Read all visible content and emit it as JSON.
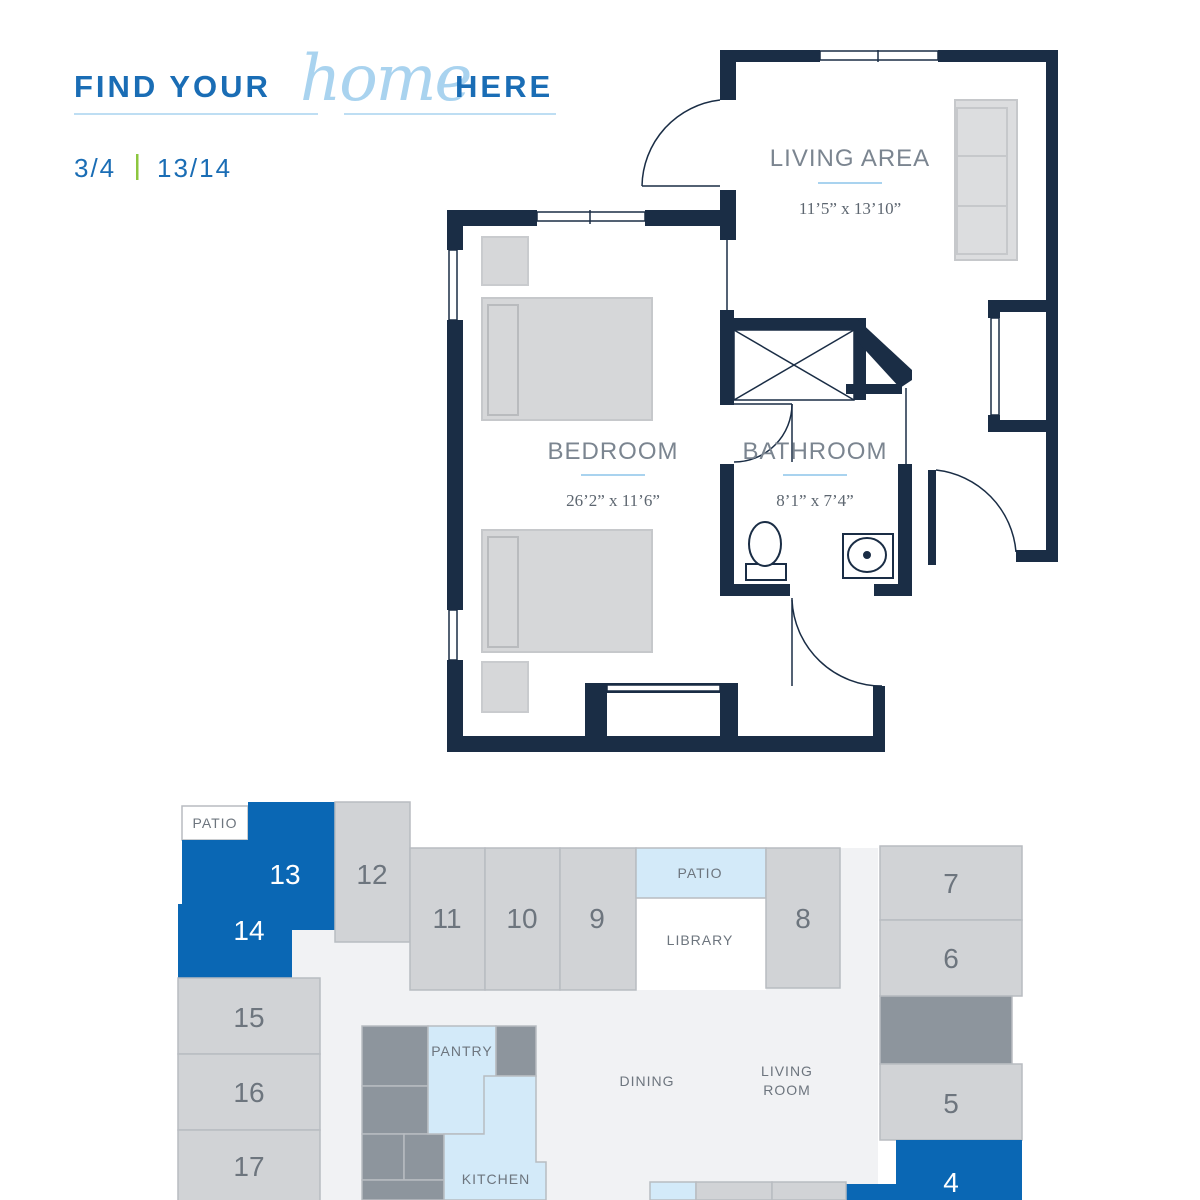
{
  "header": {
    "title_left": "FIND YOUR",
    "title_script": "home",
    "title_right": "HERE",
    "unit_type": "3/4",
    "unit_numbers": "13/14"
  },
  "floorplan": {
    "rooms": [
      {
        "name": "LIVING AREA",
        "dimensions": "11’5” x 13’10”"
      },
      {
        "name": "BEDROOM",
        "dimensions": "26’2” x 11’6”"
      },
      {
        "name": "BATHROOM",
        "dimensions": "8’1” x 7’4”"
      }
    ]
  },
  "siteplan": {
    "labels": {
      "patio_top_left": "PATIO",
      "patio_center": "PATIO",
      "library": "LIBRARY",
      "pantry": "PANTRY",
      "dining": "DINING",
      "living_room_line1": "LIVING",
      "living_room_line2": "ROOM",
      "kitchen": "KITCHEN"
    },
    "units": [
      {
        "number": "13",
        "highlighted": true
      },
      {
        "number": "14",
        "highlighted": true
      },
      {
        "number": "12",
        "highlighted": false
      },
      {
        "number": "11",
        "highlighted": false
      },
      {
        "number": "10",
        "highlighted": false
      },
      {
        "number": "9",
        "highlighted": false
      },
      {
        "number": "8",
        "highlighted": false
      },
      {
        "number": "7",
        "highlighted": false
      },
      {
        "number": "6",
        "highlighted": false
      },
      {
        "number": "5",
        "highlighted": false
      },
      {
        "number": "4",
        "highlighted": false
      },
      {
        "number": "15",
        "highlighted": false
      },
      {
        "number": "16",
        "highlighted": false
      },
      {
        "number": "17",
        "highlighted": false
      }
    ]
  },
  "colors": {
    "wall": "#1a2d45",
    "brand_blue": "#1a6db5",
    "highlight_unit": "#0a67b4",
    "light_blue": "#d3eaf9",
    "unit_gray": "#d1d3d6",
    "dark_gray": "#8d959d",
    "corridor": "#f1f2f4",
    "furniture": "#d6d7d9",
    "accent_green": "#8cc63f"
  }
}
